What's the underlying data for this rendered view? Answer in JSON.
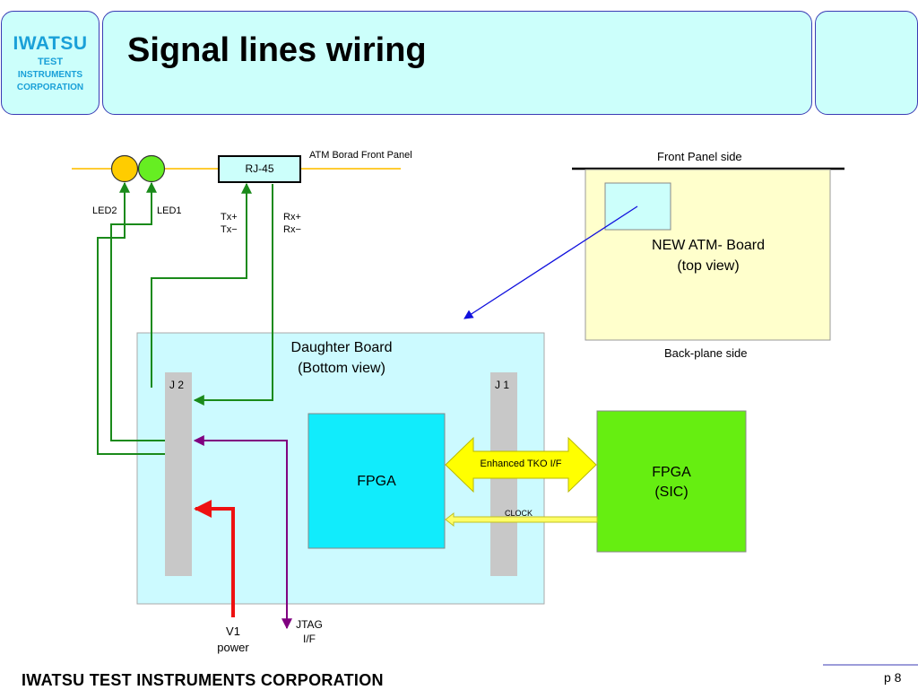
{
  "logo": {
    "line1": "IWATSU",
    "line2": "TEST",
    "line3": "INSTRUMENTS",
    "line4": "CORPORATION"
  },
  "slide": {
    "title": "Signal lines wiring",
    "footer": "IWATSU TEST INSTRUMENTS CORPORATION",
    "page": "p  8"
  },
  "diagram": {
    "front_panel_label": "ATM Borad Front Panel",
    "rj45": "RJ-45",
    "led2": "LED2",
    "led1": "LED1",
    "tx": "Tx+\nTx−",
    "rx": "Rx+\nRx−",
    "front_panel_side": "Front Panel side",
    "atm_board": "NEW ATM- Board\n(top view)",
    "backplane_side": "Back-plane side",
    "daughter_board": "Daughter Board\n(Bottom view)",
    "j2": "J 2",
    "j1": "J 1",
    "fpga": "FPGA",
    "fpga_sic": "FPGA\n(SIC)",
    "enhanced_tko": "Enhanced TKO I/F",
    "clock": "CLOCK",
    "v1": "V1\npower",
    "jtag": "JTAG\nI/F"
  },
  "colors": {
    "led2": "#ffcc00",
    "led1": "#66ee22",
    "wire_green": "#1a8a1a",
    "jtag": "#800080",
    "power": "#ee1111",
    "daughter": "#ccfaff",
    "fpga": "#11ecfc",
    "sic": "#66ee11",
    "atm": "#ffffcc",
    "connector": "#c8c8c8",
    "panel_line": "#ffcc33",
    "arrow": "#ffff00"
  }
}
